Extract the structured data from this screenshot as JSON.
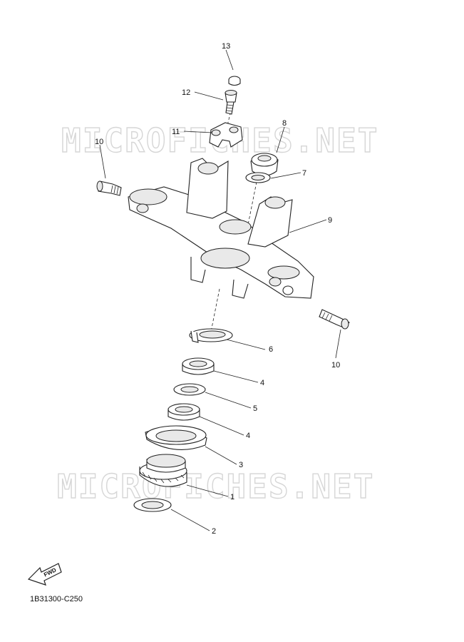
{
  "watermark": "MICROFICHES.NET",
  "diagram_code": "1B31300-C250",
  "fwd_label": "FWD",
  "callouts": [
    "13",
    "12",
    "11",
    "10",
    "8",
    "7",
    "9",
    "10",
    "6",
    "4",
    "5",
    "4",
    "3",
    "1",
    "2"
  ]
}
